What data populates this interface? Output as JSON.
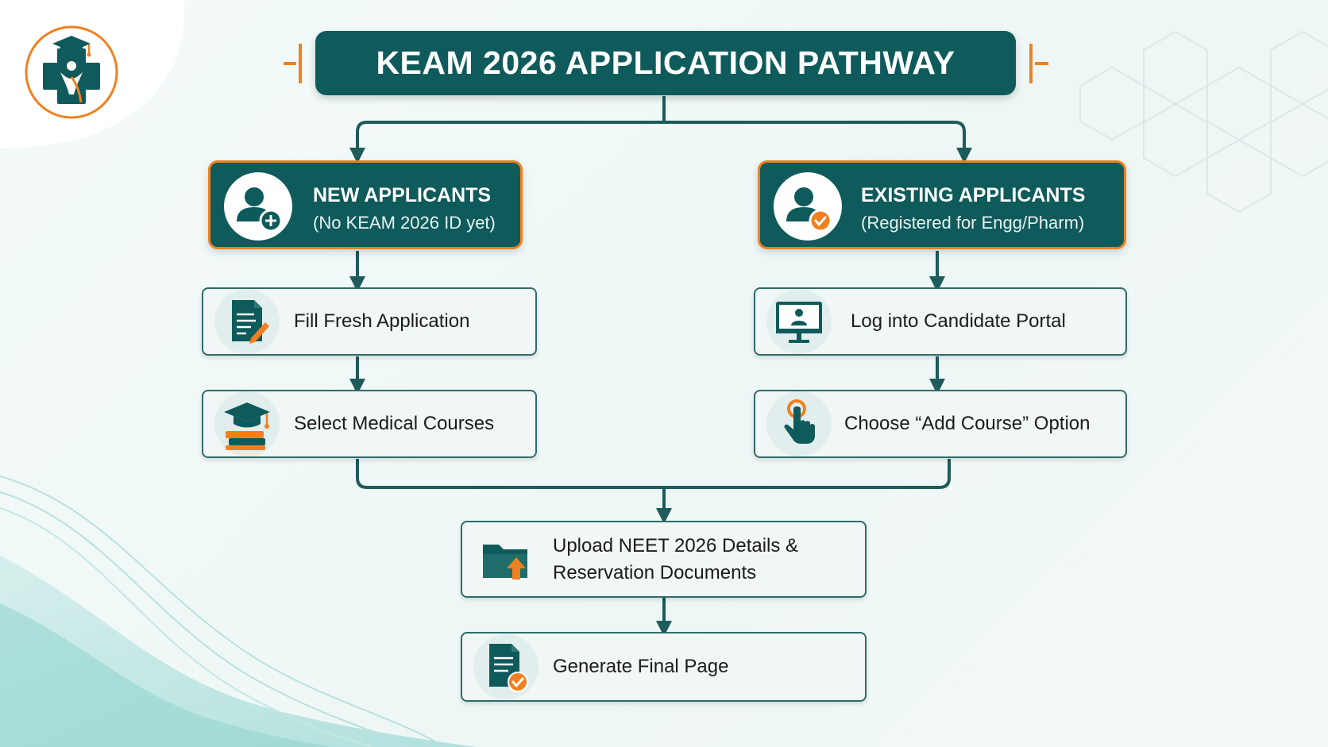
{
  "title": "KEAM 2026 APPLICATION PATHWAY",
  "new_applicants": {
    "title": "NEW APPLICANTS",
    "subtitle": "(No KEAM 2026 ID yet)",
    "icon": "user-add-icon",
    "steps": [
      {
        "label": "Fill Fresh Application",
        "icon": "document-edit-icon"
      },
      {
        "label": "Select Medical Courses",
        "icon": "graduation-cap-books-icon"
      }
    ]
  },
  "existing_applicants": {
    "title": "EXISTING APPLICANTS",
    "subtitle": "(Registered for Engg/Pharm)",
    "icon": "user-check-icon",
    "steps": [
      {
        "label": "Log into Candidate Portal",
        "icon": "monitor-user-icon"
      },
      {
        "label": "Choose “Add Course” Option",
        "icon": "hand-pointer-icon"
      }
    ]
  },
  "common_steps": [
    {
      "label_line1": "Upload NEET 2026 Details &",
      "label_line2": "Reservation Documents",
      "icon": "folder-upload-icon"
    },
    {
      "label": "Generate Final Page",
      "icon": "document-check-icon"
    }
  ],
  "logo_icon": "medical-cross-graduation-logo",
  "colors": {
    "primary": "#0f5a5a",
    "accent": "#f0801f",
    "connector": "#1e5b5b"
  }
}
